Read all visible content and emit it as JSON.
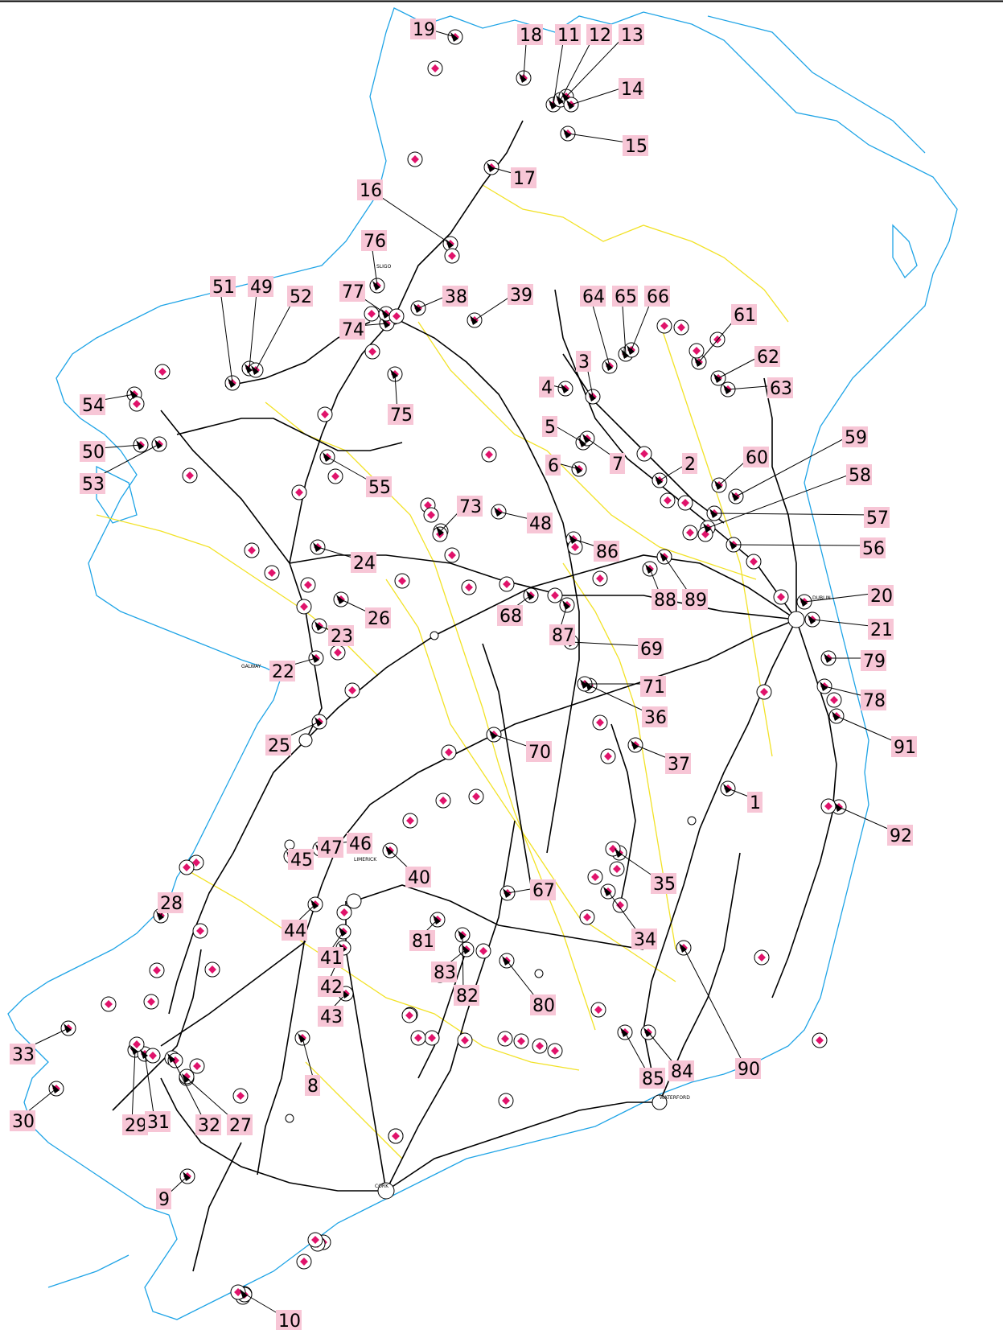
{
  "map": {
    "colors": {
      "background": "#ffffff",
      "coast": "#1fa4e6",
      "boundary": "#f2e227",
      "road": "#000000",
      "marker": "#e0136b",
      "label_box": "#f7c6d6",
      "label_text": "#000000"
    },
    "site_labels": [
      "1",
      "2",
      "3",
      "4",
      "5",
      "6",
      "7",
      "8",
      "9",
      "10",
      "11",
      "12",
      "13",
      "14",
      "15",
      "16",
      "17",
      "18",
      "19",
      "20",
      "21",
      "22",
      "23",
      "24",
      "25",
      "26",
      "27",
      "28",
      "29",
      "30",
      "31",
      "32",
      "33",
      "34",
      "35",
      "36",
      "37",
      "38",
      "39",
      "40",
      "41",
      "42",
      "43",
      "44",
      "45",
      "46",
      "47",
      "48",
      "49",
      "50",
      "51",
      "52",
      "53",
      "54",
      "55",
      "56",
      "57",
      "58",
      "59",
      "60",
      "61",
      "62",
      "63",
      "64",
      "65",
      "66",
      "67",
      "68",
      "69",
      "70",
      "71",
      "73",
      "74",
      "75",
      "76",
      "77",
      "78",
      "79",
      "80",
      "81",
      "82",
      "83",
      "84",
      "85",
      "86",
      "87",
      "88",
      "89",
      "90",
      "91",
      "92"
    ],
    "town_labels": [
      "DUBLIN",
      "CORK",
      "WATERFORD",
      "GALWAY",
      "LIMERICK",
      "SLIGO"
    ]
  }
}
